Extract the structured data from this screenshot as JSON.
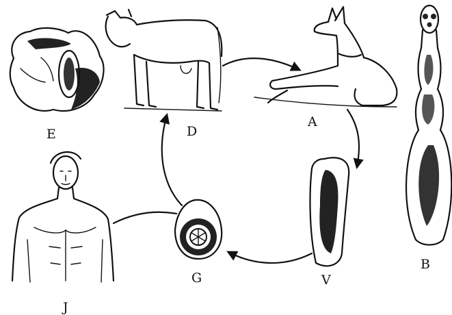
{
  "labels": {
    "liver_cyst": "E",
    "cow": "D",
    "dog": "A",
    "adult_worm": "B",
    "gravid_segment": "V",
    "egg": "G",
    "human": "J"
  },
  "icons": [
    "liver-cyst-icon",
    "cow-icon",
    "dog-icon",
    "adult-tapeworm-icon",
    "gravid-proglottid-icon",
    "egg-icon",
    "human-icon"
  ]
}
